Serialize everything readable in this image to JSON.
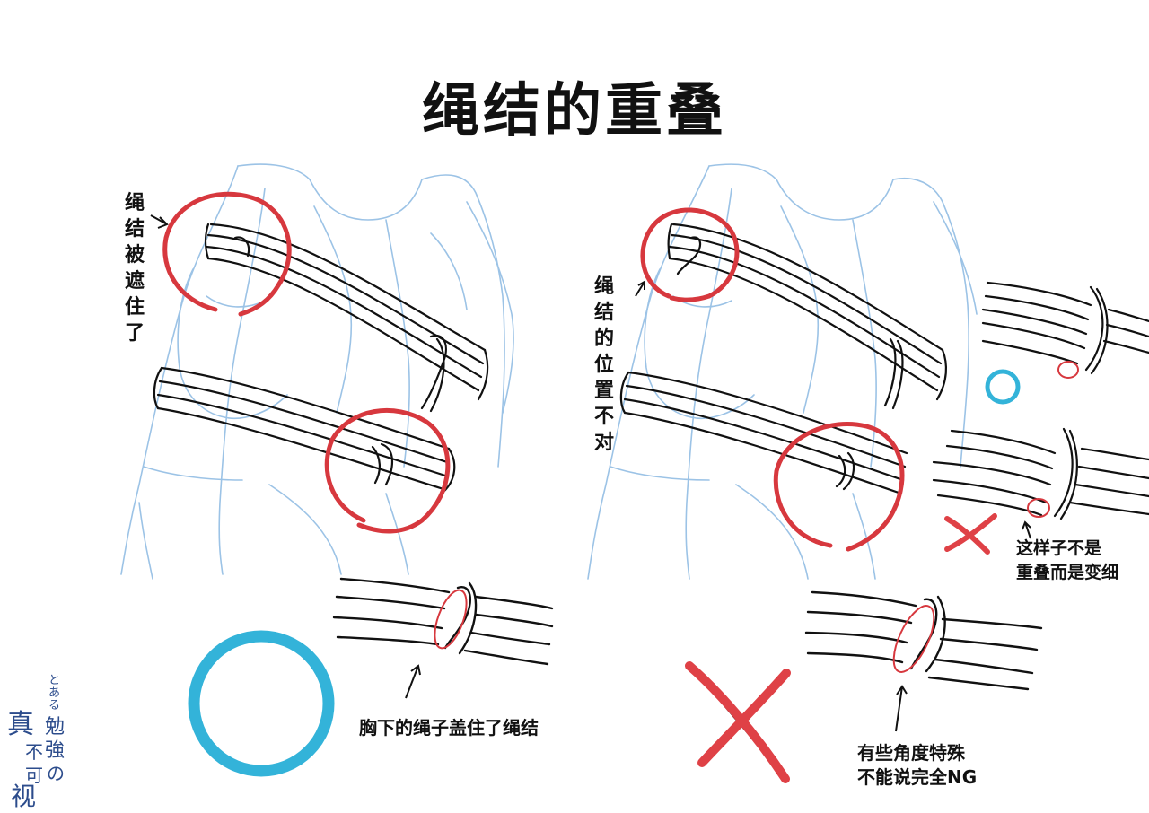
{
  "title": "绳结的重叠",
  "labels": {
    "left_vertical": "绳结被遮住了",
    "right_vertical": "绳结的位置不对",
    "left_caption": "胸下的绳子盖住了绳结",
    "right_caption_line1": "有些角度特殊",
    "right_caption_line2": "不能说完全NG",
    "side_note_line1": "这样子不是",
    "side_note_line2": "重叠而是变细"
  },
  "logo": {
    "top": "とある",
    "chars": [
      "真",
      "勉",
      "強",
      "の",
      "不",
      "可",
      "视"
    ]
  },
  "colors": {
    "sketch": "#9cc3e6",
    "ink": "#111111",
    "highlight_red": "#d7383e",
    "correct_blue": "#33b3d9",
    "wrong_red": "#df4146",
    "logo_blue": "#2c4c8c"
  }
}
